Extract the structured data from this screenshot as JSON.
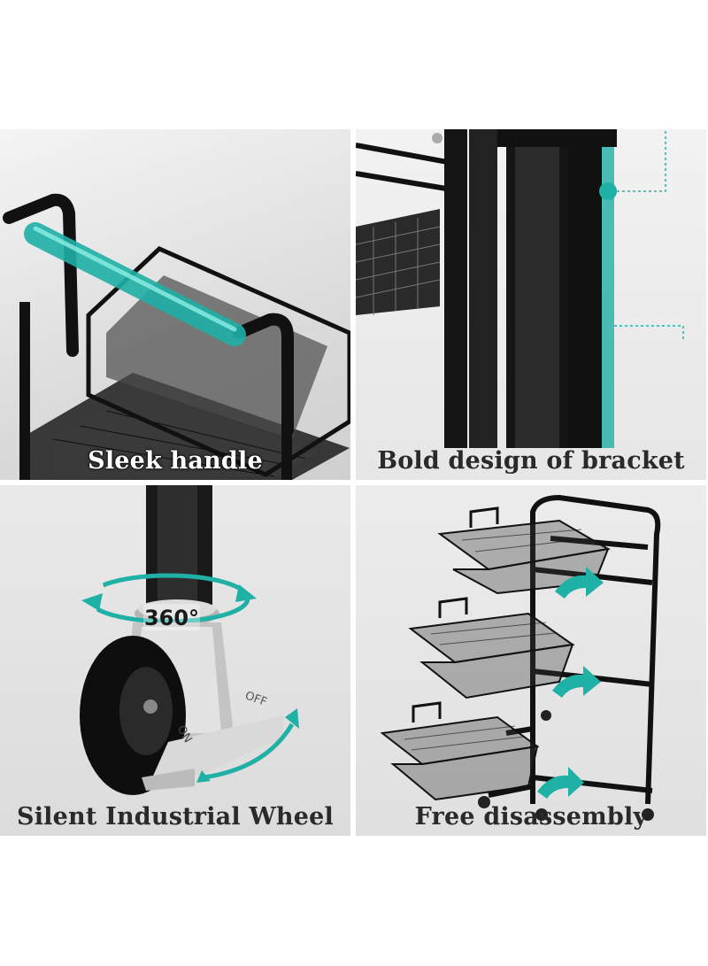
{
  "panels": [
    {
      "caption": "Sleek handle"
    },
    {
      "caption": "Bold design of bracket"
    },
    {
      "caption": "Silent Industrial Wheel",
      "rotation_label": "360°",
      "lock_on": "ON",
      "lock_off": "OFF"
    },
    {
      "caption": "Free disassembly"
    }
  ],
  "colors": {
    "accent": "#1fb0a6",
    "frame": "#111111",
    "background": "#ffffff"
  }
}
